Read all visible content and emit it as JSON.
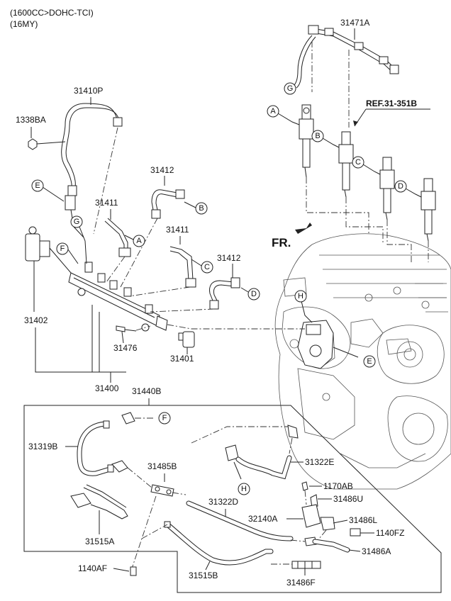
{
  "header": {
    "line1": "(1600CC>DOHC-TCI)",
    "line2": "(16MY)"
  },
  "reference": "REF.31-351B",
  "front_marker": "FR.",
  "labels": {
    "p31471A": "31471A",
    "p31410P": "31410P",
    "p1338BA": "1338BA",
    "p31412_top": "31412",
    "p31411_left": "31411",
    "p31411_right": "31411",
    "p31412_right": "31412",
    "p31402": "31402",
    "p31476": "31476",
    "p31401": "31401",
    "p31400": "31400",
    "p31440B": "31440B",
    "p31319B": "31319B",
    "p31485B": "31485B",
    "p31322E": "31322E",
    "p1170AB": "1170AB",
    "p31486U": "31486U",
    "p31322D": "31322D",
    "p32140A": "32140A",
    "p31486L": "31486L",
    "p1140FZ": "1140FZ",
    "p31515A": "31515A",
    "p31486A": "31486A",
    "p1140AF": "1140AF",
    "p31515B": "31515B",
    "p31486F": "31486F"
  },
  "callouts": {
    "A": "A",
    "B": "B",
    "C": "C",
    "D": "D",
    "E": "E",
    "F": "F",
    "G": "G",
    "H": "H"
  }
}
